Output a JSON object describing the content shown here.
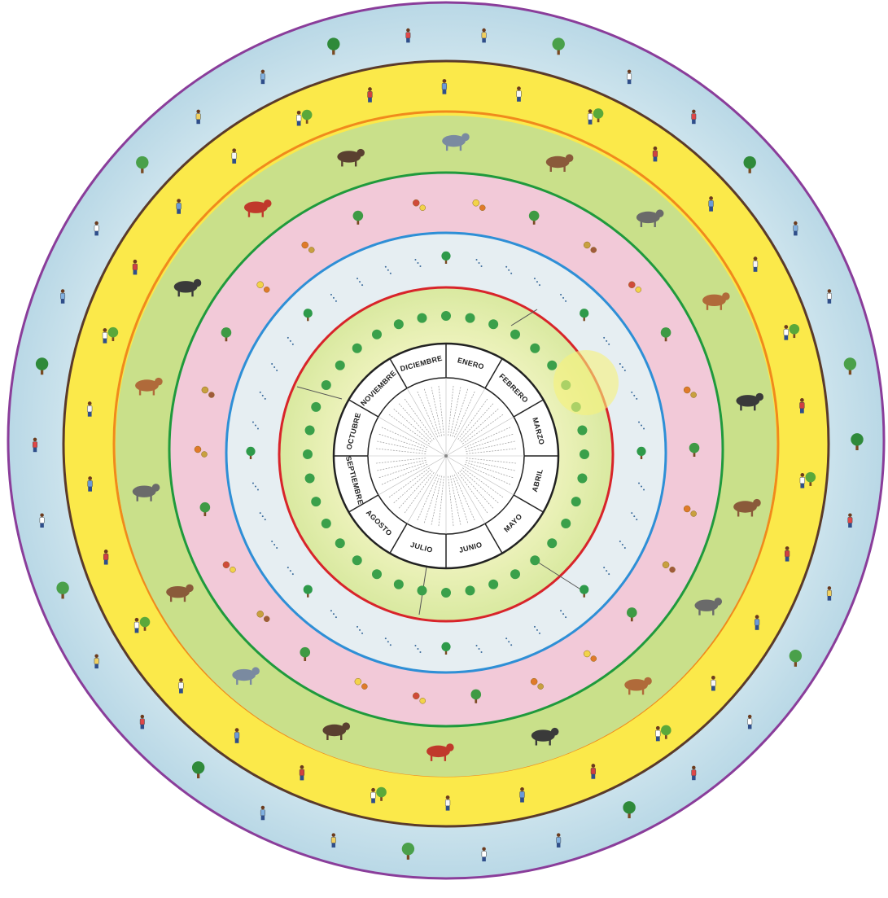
{
  "calendar": {
    "months": [
      "ENERO",
      "FEBRERO",
      "MARZO",
      "ABRIL",
      "MAYO",
      "JUNIO",
      "JULIO",
      "AGOSTO",
      "SEPTIEMBRE",
      "OCTUBRE",
      "NOVIEMBRE",
      "DICIEMBRE"
    ],
    "rings": [
      {
        "name": "people-activities-outer",
        "color": "#cfe3ea",
        "border": "#8a3d9a"
      },
      {
        "name": "people-activities-inner",
        "color": "#fbe94a",
        "border": "#f08a1c"
      },
      {
        "name": "animals",
        "color": "#c9e08a",
        "border": "#1f9a3c"
      },
      {
        "name": "plants-fruits",
        "color": "#f2c9d8",
        "border": "#2e8fd6"
      },
      {
        "name": "weather",
        "color": "#e6eef2",
        "border": "#d8242a"
      },
      {
        "name": "seasons",
        "color": "#e7ef9a",
        "border": "#d8242a"
      }
    ],
    "hub_color": "#ffffff",
    "hub_border": "#222222"
  }
}
